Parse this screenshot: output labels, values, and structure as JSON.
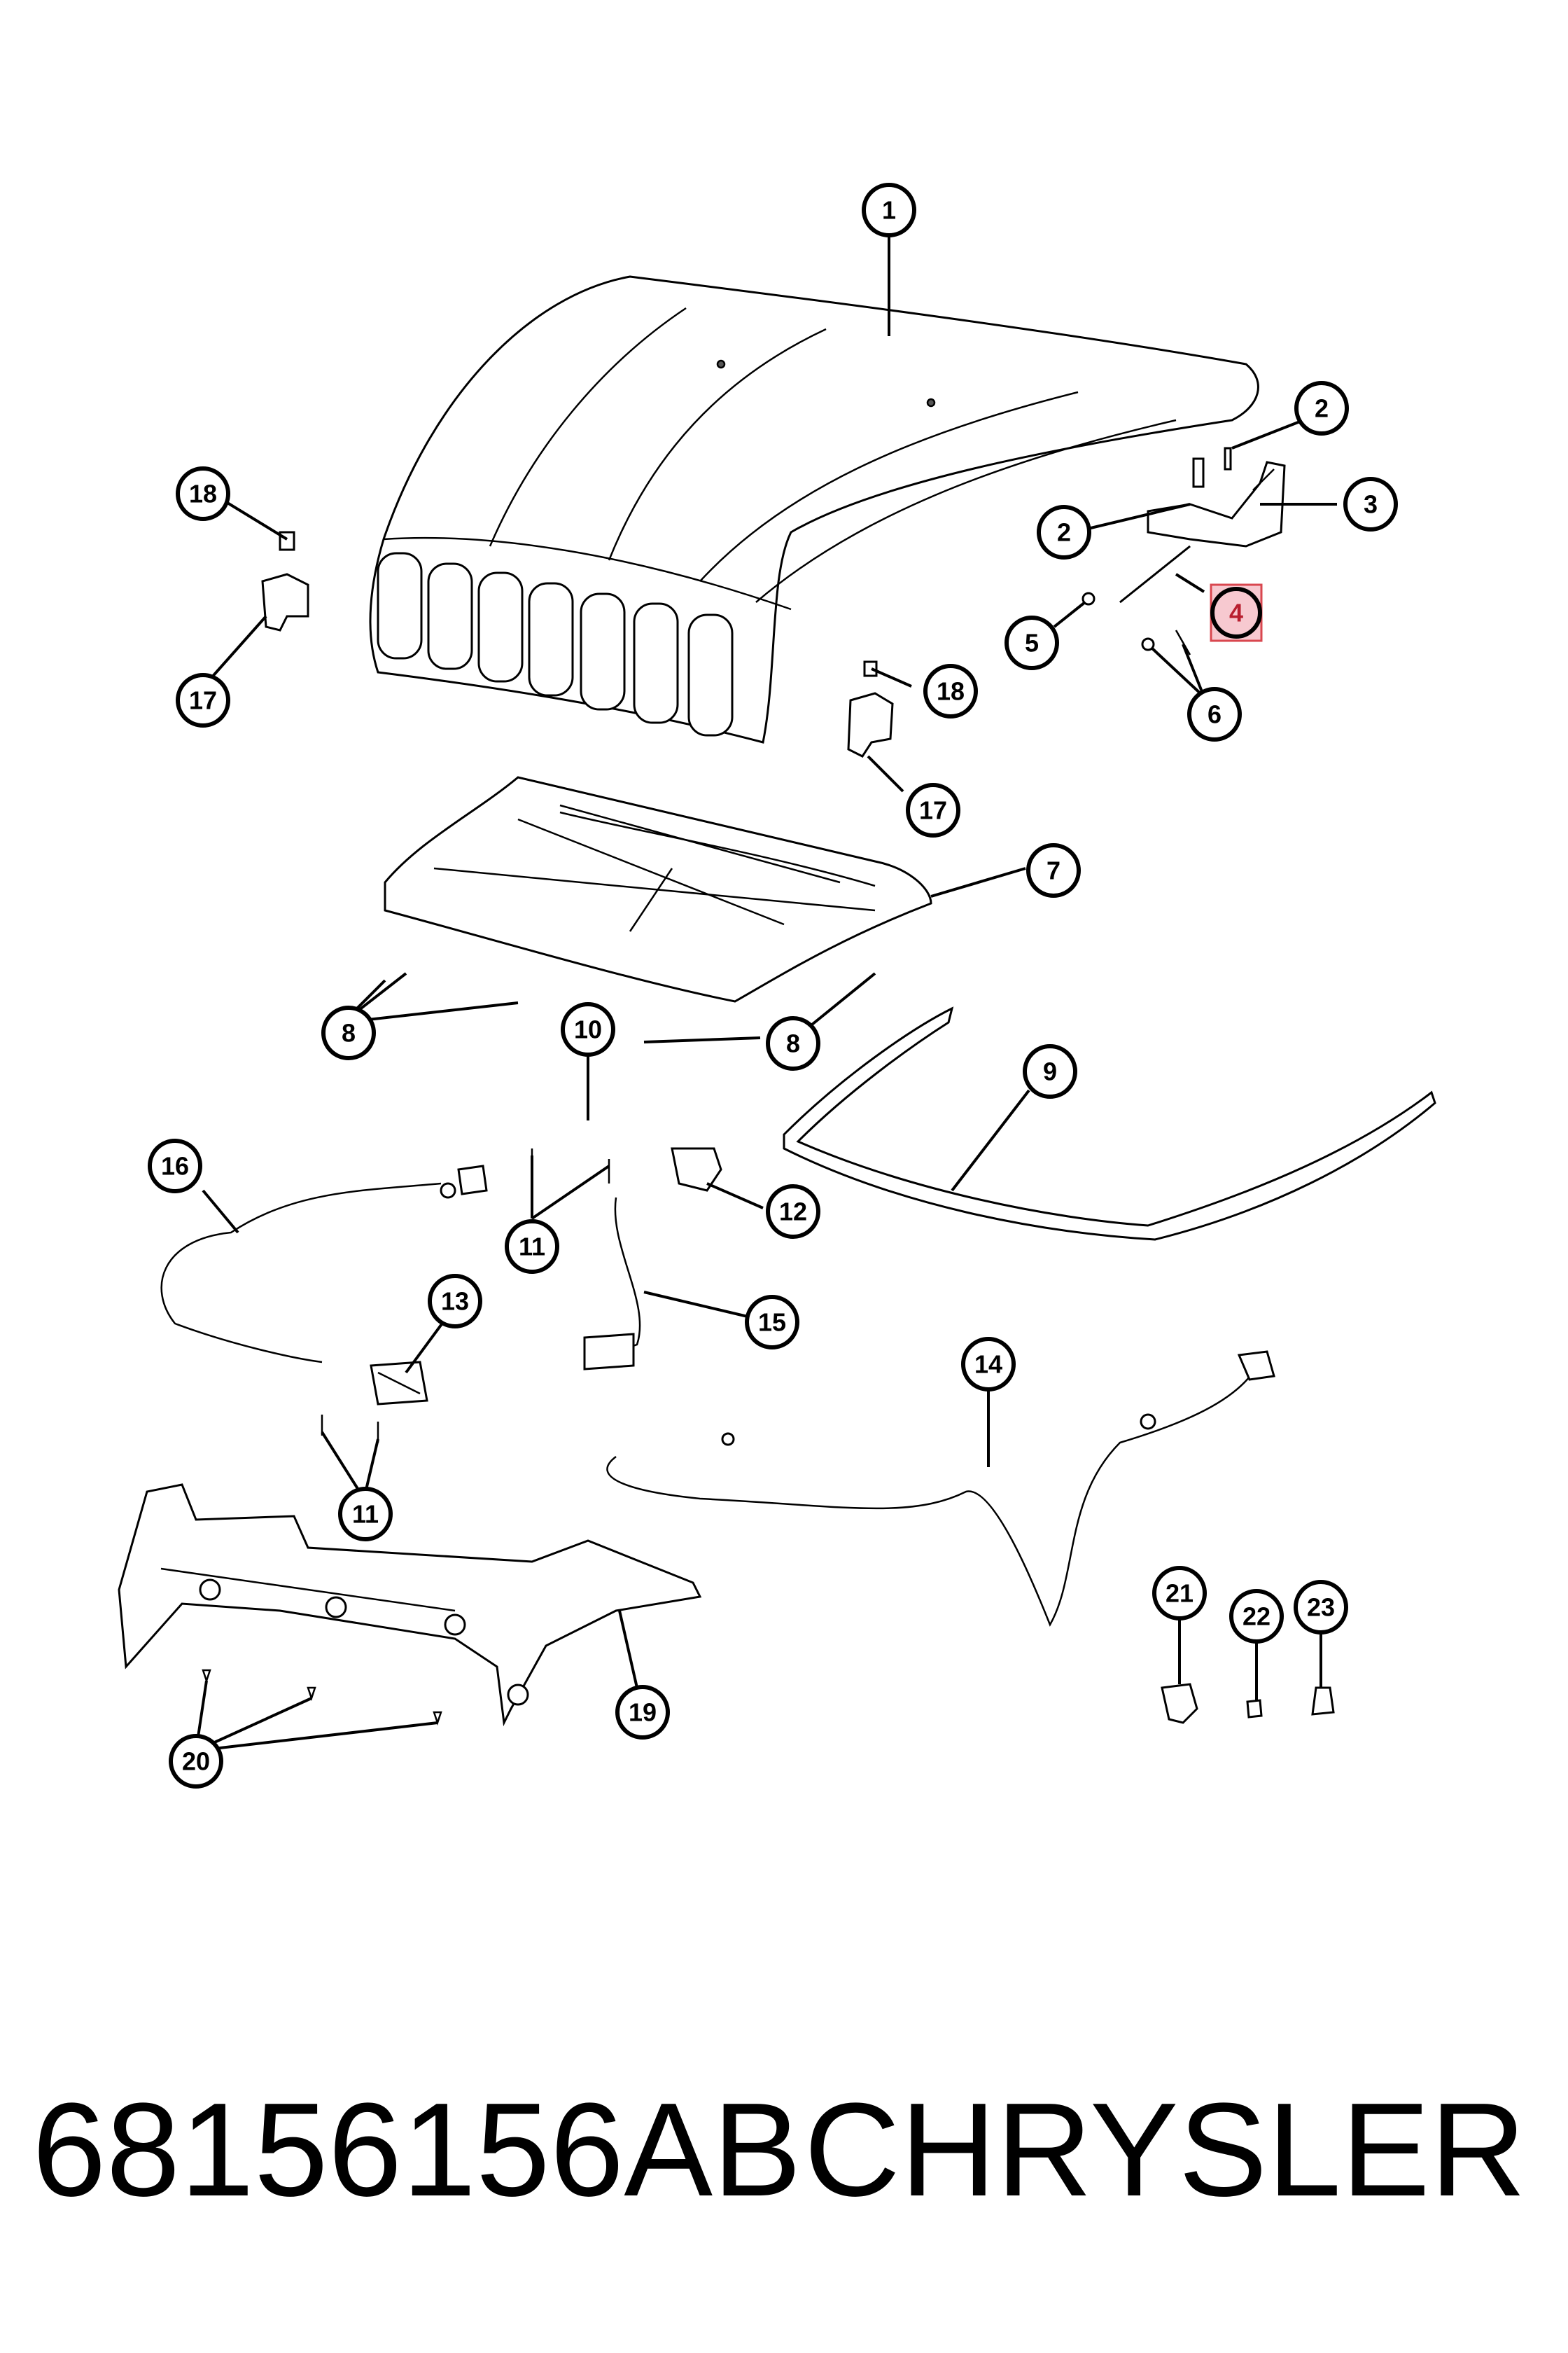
{
  "callouts": [
    {
      "id": "c1",
      "label": "1"
    },
    {
      "id": "c2a",
      "label": "2"
    },
    {
      "id": "c2b",
      "label": "2"
    },
    {
      "id": "c3",
      "label": "3"
    },
    {
      "id": "c4",
      "label": "4",
      "highlighted": true
    },
    {
      "id": "c5",
      "label": "5"
    },
    {
      "id": "c6",
      "label": "6"
    },
    {
      "id": "c7",
      "label": "7"
    },
    {
      "id": "c8a",
      "label": "8"
    },
    {
      "id": "c8b",
      "label": "8"
    },
    {
      "id": "c9",
      "label": "9"
    },
    {
      "id": "c10",
      "label": "10"
    },
    {
      "id": "c11a",
      "label": "11"
    },
    {
      "id": "c11b",
      "label": "11"
    },
    {
      "id": "c12",
      "label": "12"
    },
    {
      "id": "c13",
      "label": "13"
    },
    {
      "id": "c14",
      "label": "14"
    },
    {
      "id": "c15",
      "label": "15"
    },
    {
      "id": "c16",
      "label": "16"
    },
    {
      "id": "c17a",
      "label": "17"
    },
    {
      "id": "c17b",
      "label": "17"
    },
    {
      "id": "c18a",
      "label": "18"
    },
    {
      "id": "c18b",
      "label": "18"
    },
    {
      "id": "c19",
      "label": "19"
    },
    {
      "id": "c20",
      "label": "20"
    },
    {
      "id": "c21",
      "label": "21"
    },
    {
      "id": "c22",
      "label": "22"
    },
    {
      "id": "c23",
      "label": "23"
    }
  ],
  "footer": {
    "part_number": "68156156AB",
    "brand": "CHRYSLER"
  },
  "colors": {
    "highlight_fill": "#f7c9d0",
    "highlight_stroke": "#d9474f",
    "line": "#000000",
    "background": "#ffffff"
  }
}
